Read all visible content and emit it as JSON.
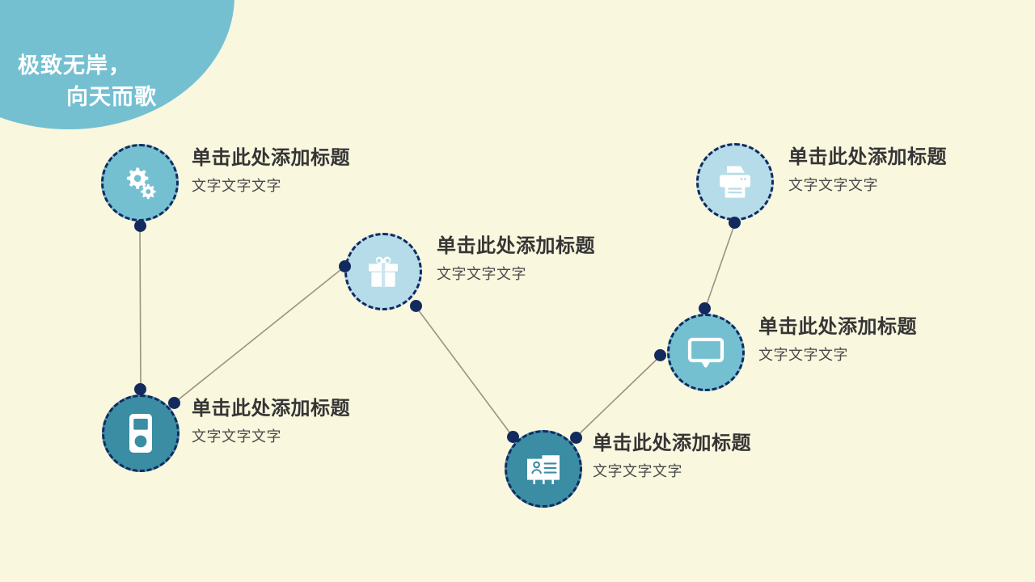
{
  "slide": {
    "background_color": "#faf7df",
    "header": {
      "shape": "quarter-ellipse",
      "color": "#74c0d1",
      "text_color": "#ffffff",
      "line1": "极致无岸，",
      "line2": "向天而歌"
    },
    "palette": {
      "teal_mid": "#74c0d1",
      "teal_light": "#b5dce8",
      "teal_dark": "#3a8da3",
      "navy": "#132a5e",
      "line": "#9b9280",
      "title_text": "#353535",
      "sub_text": "#4a4a4a"
    },
    "nodes": [
      {
        "id": "gears",
        "icon": "gears-icon",
        "fill": "#74c0d1",
        "title": "单击此处添加标题",
        "subtitle": "文字文字文字"
      },
      {
        "id": "gift",
        "icon": "gift-icon",
        "fill": "#b5dce8",
        "title": "单击此处添加标题",
        "subtitle": "文字文字文字"
      },
      {
        "id": "printer",
        "icon": "printer-icon",
        "fill": "#b5dce8",
        "title": "单击此处添加标题",
        "subtitle": "文字文字文字"
      },
      {
        "id": "monitor",
        "icon": "monitor-icon",
        "fill": "#74c0d1",
        "title": "单击此处添加标题",
        "subtitle": "文字文字文字"
      },
      {
        "id": "contact",
        "icon": "contact-card-icon",
        "fill": "#3a8da3",
        "title": "单击此处添加标题",
        "subtitle": "文字文字文字"
      },
      {
        "id": "player",
        "icon": "music-player-icon",
        "fill": "#3a8da3",
        "title": "单击此处添加标题",
        "subtitle": "文字文字文字"
      }
    ]
  }
}
